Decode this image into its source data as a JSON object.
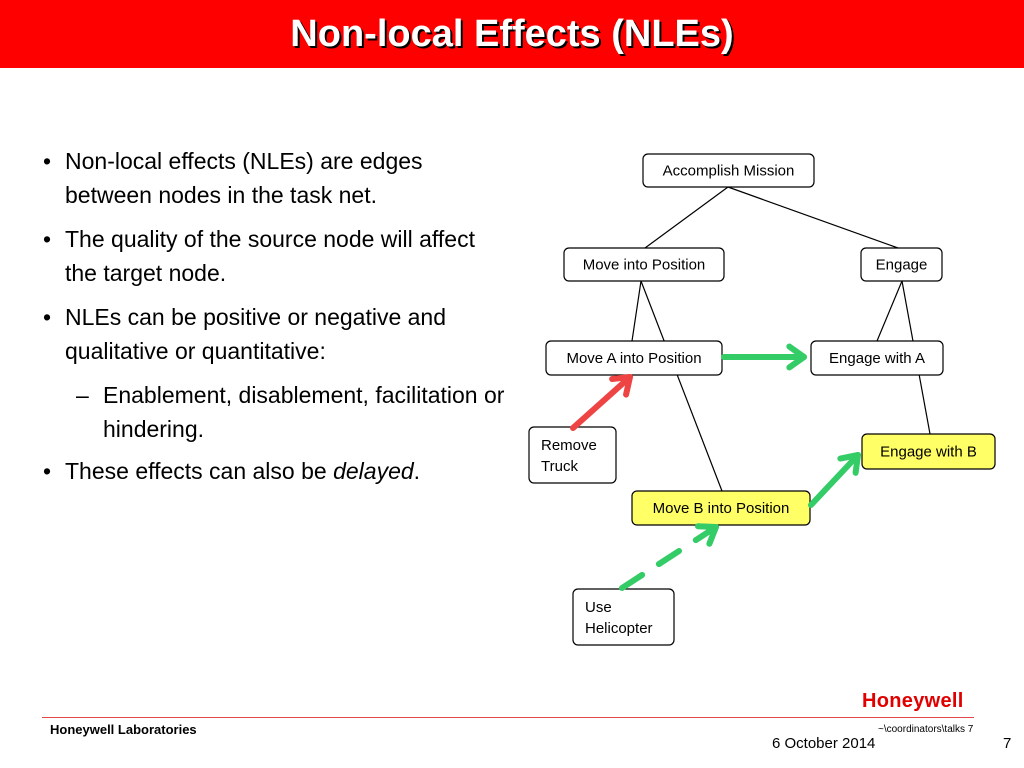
{
  "slide": {
    "title": "Non-local Effects (NLEs)",
    "bullets": [
      {
        "text": "Non-local effects (NLEs) are edges between nodes in the task net."
      },
      {
        "text": "The quality of the source node will affect the target node."
      },
      {
        "text": "NLEs can be positive or negative and qualitative or quantitative:"
      }
    ],
    "sub_bullets": [
      {
        "text": "Enablement, disablement, facilitation or hindering."
      }
    ],
    "last_bullet": {
      "text": "These effects can also be ",
      "italic": "delayed",
      "end": "."
    }
  },
  "diagram": {
    "nodes": [
      {
        "id": "accomplish-mission",
        "label": "Accomplish Mission",
        "highlight": false
      },
      {
        "id": "move-into-position",
        "label": "Move into Position",
        "highlight": false
      },
      {
        "id": "engage",
        "label": "Engage",
        "highlight": false
      },
      {
        "id": "move-a-into-position",
        "label": "Move A into Position",
        "highlight": false
      },
      {
        "id": "engage-with-a",
        "label": "Engage with A",
        "highlight": false
      },
      {
        "id": "remove-truck",
        "label": "Remove\nTruck",
        "highlight": false
      },
      {
        "id": "engage-with-b",
        "label": "Engage with B",
        "highlight": true
      },
      {
        "id": "move-b-into-position",
        "label": "Move B into Position",
        "highlight": true
      },
      {
        "id": "use-helicopter",
        "label": "Use\nHelicopter",
        "highlight": false
      }
    ],
    "tree_edges": [
      {
        "from": "accomplish-mission",
        "to": "move-into-position"
      },
      {
        "from": "accomplish-mission",
        "to": "engage"
      },
      {
        "from": "move-into-position",
        "to": "move-a-into-position"
      },
      {
        "from": "move-into-position",
        "to": "move-b-into-position"
      },
      {
        "from": "engage",
        "to": "engage-with-a"
      },
      {
        "from": "engage",
        "to": "engage-with-b"
      }
    ],
    "nle_edges": [
      {
        "from": "move-a-into-position",
        "to": "engage-with-a",
        "polarity": "positive",
        "style": "solid"
      },
      {
        "from": "remove-truck",
        "to": "move-a-into-position",
        "polarity": "negative",
        "style": "solid"
      },
      {
        "from": "move-b-into-position",
        "to": "engage-with-b",
        "polarity": "positive",
        "style": "solid"
      },
      {
        "from": "use-helicopter",
        "to": "move-b-into-position",
        "polarity": "positive",
        "style": "dashed"
      }
    ],
    "colors": {
      "positive": "#33cc66",
      "negative": "#ee4444",
      "highlight": "#ffff66"
    }
  },
  "footer": {
    "lab": "Honeywell Laboratories",
    "logo": "Honeywell",
    "path": "~\\coordinators\\talks 7",
    "date": "6 October 2014",
    "page": "7"
  },
  "theme": {
    "title_bar": "#ff0000",
    "footer_line": "#e24a4a"
  }
}
